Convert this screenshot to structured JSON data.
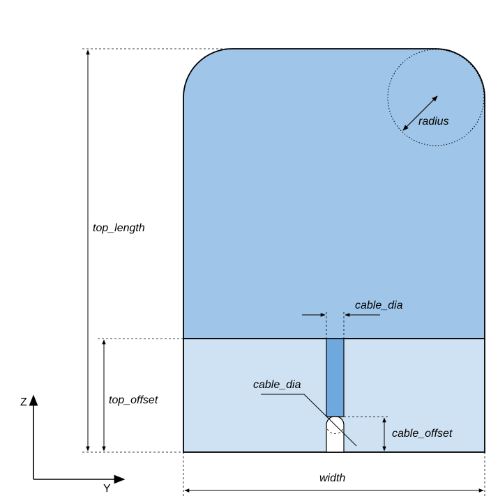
{
  "labels": {
    "top_length": "top_length",
    "top_offset": "top_offset",
    "radius": "radius",
    "cable_dia_top": "cable_dia",
    "cable_dia_hole": "cable_dia",
    "cable_offset": "cable_offset",
    "width": "width"
  },
  "axes": {
    "vertical": "Z",
    "horizontal": "Y"
  },
  "colors": {
    "top_fill": "#9fc5e8",
    "bottom_fill": "#cfe2f3",
    "channel_fill": "#6fa8dc",
    "outline": "#000000"
  }
}
